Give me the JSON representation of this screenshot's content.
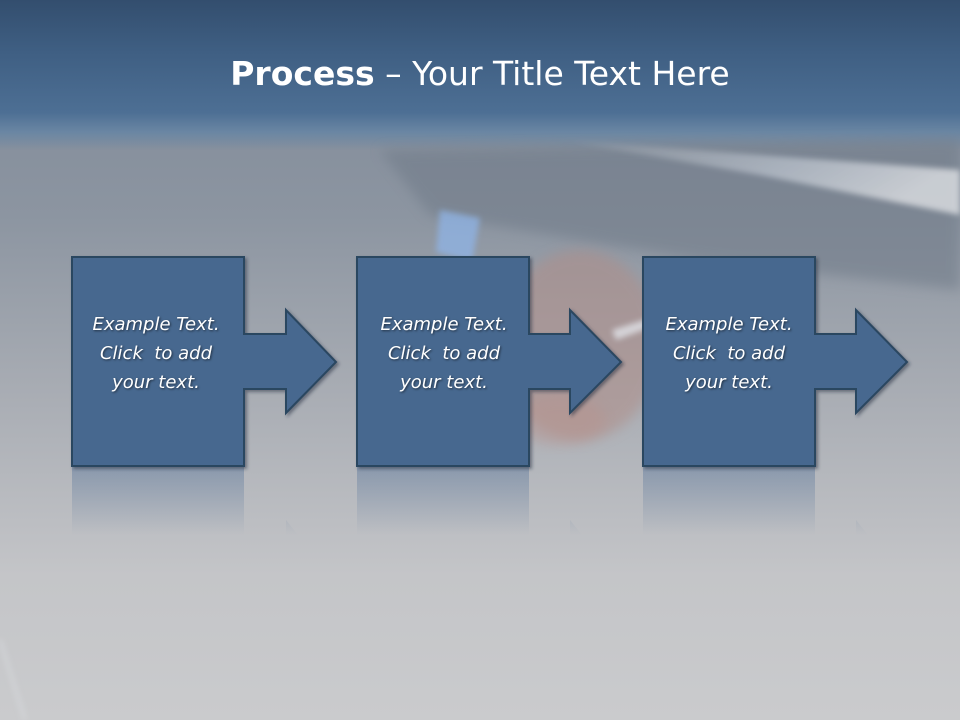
{
  "title": {
    "bold": "Process",
    "rest": " – Your Title Text Here"
  },
  "steps": [
    {
      "line1": "Example Text.",
      "line2": "Click  to add",
      "line3": "your text."
    },
    {
      "line1": "Example Text.",
      "line2": "Click  to add",
      "line3": "your text."
    },
    {
      "line1": "Example Text.",
      "line2": "Click  to add",
      "line3": "your text."
    }
  ],
  "colors": {
    "box_fill": "#46678f",
    "box_stroke": "#2c4661",
    "header": "#3f5f83",
    "background": "#a9adb4"
  }
}
